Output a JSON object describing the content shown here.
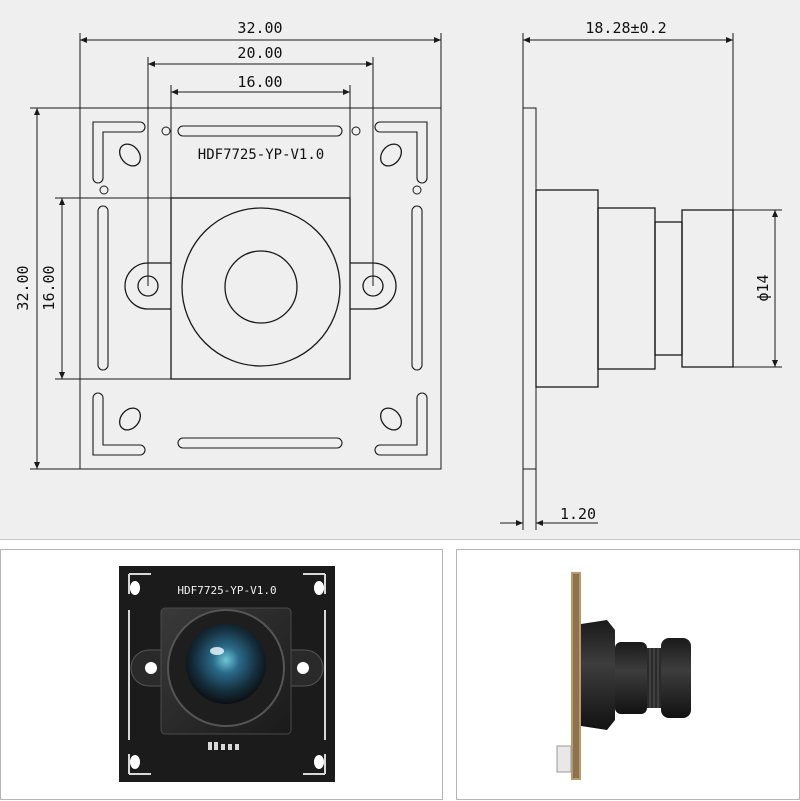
{
  "front_view": {
    "width_dim": "32.00",
    "hole_spacing_dim": "20.00",
    "holder_width_dim": "16.00",
    "height_dim": "32.00",
    "holder_height_dim": "16.00",
    "board_label": "HDF7725-YP-V1.0"
  },
  "side_view": {
    "length_dim": "18.28±0.2",
    "lens_diameter_dim": "ϕ14",
    "pcb_thickness_dim": "1.20"
  },
  "photo_front": {
    "board_silkscreen": "HDF7725-YP-V1.0"
  },
  "colors": {
    "drawing_background": "#efefef",
    "line": "#1a1a1a",
    "pcb_black": "#1b1b1b",
    "lens_blue": "#2a6a8a"
  }
}
